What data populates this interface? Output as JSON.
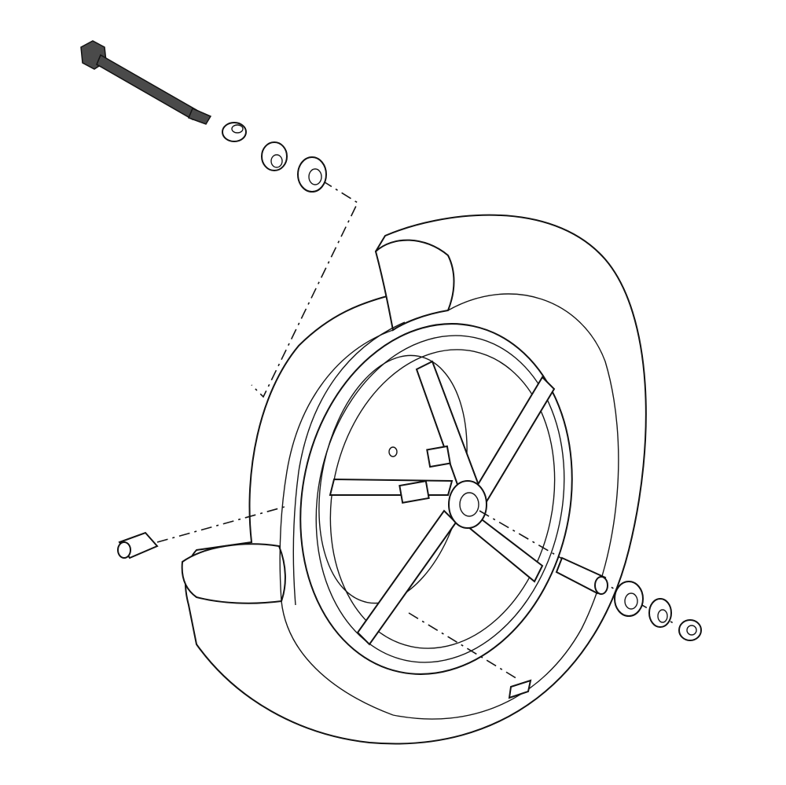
{
  "figure": {
    "background": "#ffffff",
    "line_color": "#111111",
    "parts": [
      {
        "id": "axle-bolt"
      },
      {
        "id": "collar-left"
      },
      {
        "id": "oil-seal-left"
      },
      {
        "id": "bearing-left"
      },
      {
        "id": "wheel"
      },
      {
        "id": "tire"
      },
      {
        "id": "valve-stem"
      },
      {
        "id": "spacer"
      },
      {
        "id": "bearing-right"
      },
      {
        "id": "oil-seal-right"
      },
      {
        "id": "collar-right"
      },
      {
        "id": "balance-weight"
      }
    ]
  }
}
